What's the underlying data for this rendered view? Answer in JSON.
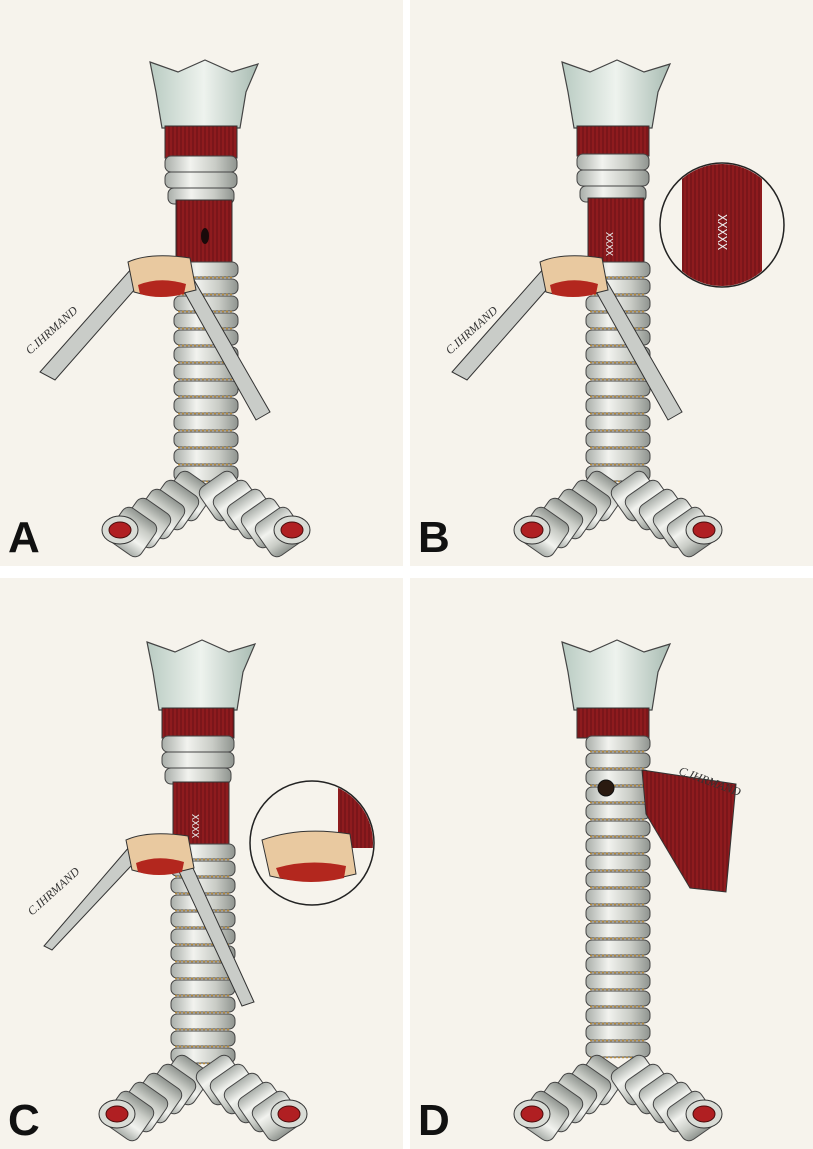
{
  "panels": [
    {
      "id": "A",
      "label": "A",
      "signature": "C.IHRMAND"
    },
    {
      "id": "B",
      "label": "B",
      "signature": "C.IHRMAND"
    },
    {
      "id": "C",
      "label": "C",
      "signature": "C.IHRMAND"
    },
    {
      "id": "D",
      "label": "D",
      "signature": "C.IHRMAND"
    }
  ],
  "colors": {
    "muscle": "#8e1b1e",
    "cartilage": "#d9dcd6",
    "thyroid": "#cfded6",
    "skin_flap": "#e9c9a0",
    "background": "#f6f3ec"
  }
}
